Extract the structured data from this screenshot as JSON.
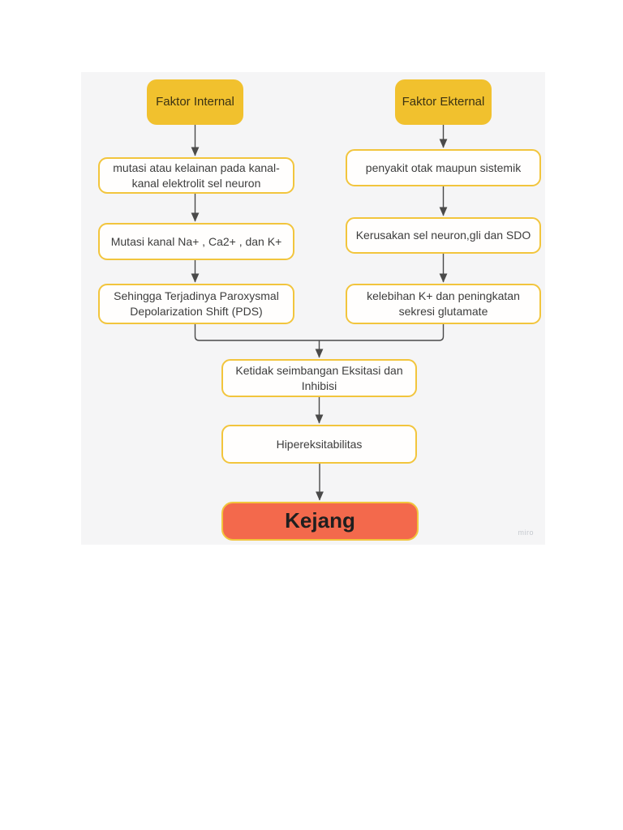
{
  "canvas": {
    "watermark": "miro",
    "background_color": "#f5f5f6"
  },
  "colors": {
    "gold_fill": "#f1c12e",
    "box_border_yellow": "#f2c53d",
    "orange_fill": "#f3694c",
    "arrow": "#4a4a4a",
    "text": "#3d3d3d"
  },
  "diagram": {
    "nodes": {
      "faktor_internal": "Faktor Internal",
      "faktor_ekternal": "Faktor Ekternal",
      "mutasi_kelainan": "mutasi atau kelainan pada kanal-kanal elektrolit sel neuron",
      "mutasi_kanal": "Mutasi kanal Na+ , Ca2+ , dan K+",
      "pds": "Sehingga Terjadinya Paroxysmal Depolarization Shift (PDS)",
      "penyakit_otak": "penyakit otak maupun sistemik",
      "kerusakan_sel": "Kerusakan sel neuron,gli dan SDO",
      "kelebihan_k": "kelebihan K+ dan peningkatan sekresi glutamate",
      "ketidakseimbangan": "Ketidak seimbangan Eksitasi dan Inhibisi",
      "hipereksitabilitas": "Hipereksitabilitas",
      "kejang": "Kejang"
    },
    "edges": [
      {
        "from": "faktor_internal",
        "to": "mutasi_kelainan"
      },
      {
        "from": "mutasi_kelainan",
        "to": "mutasi_kanal"
      },
      {
        "from": "mutasi_kanal",
        "to": "pds"
      },
      {
        "from": "faktor_ekternal",
        "to": "penyakit_otak"
      },
      {
        "from": "penyakit_otak",
        "to": "kerusakan_sel"
      },
      {
        "from": "kerusakan_sel",
        "to": "kelebihan_k"
      },
      {
        "from": "pds",
        "to": "ketidakseimbangan"
      },
      {
        "from": "kelebihan_k",
        "to": "ketidakseimbangan"
      },
      {
        "from": "ketidakseimbangan",
        "to": "hipereksitabilitas"
      },
      {
        "from": "hipereksitabilitas",
        "to": "kejang"
      }
    ]
  }
}
